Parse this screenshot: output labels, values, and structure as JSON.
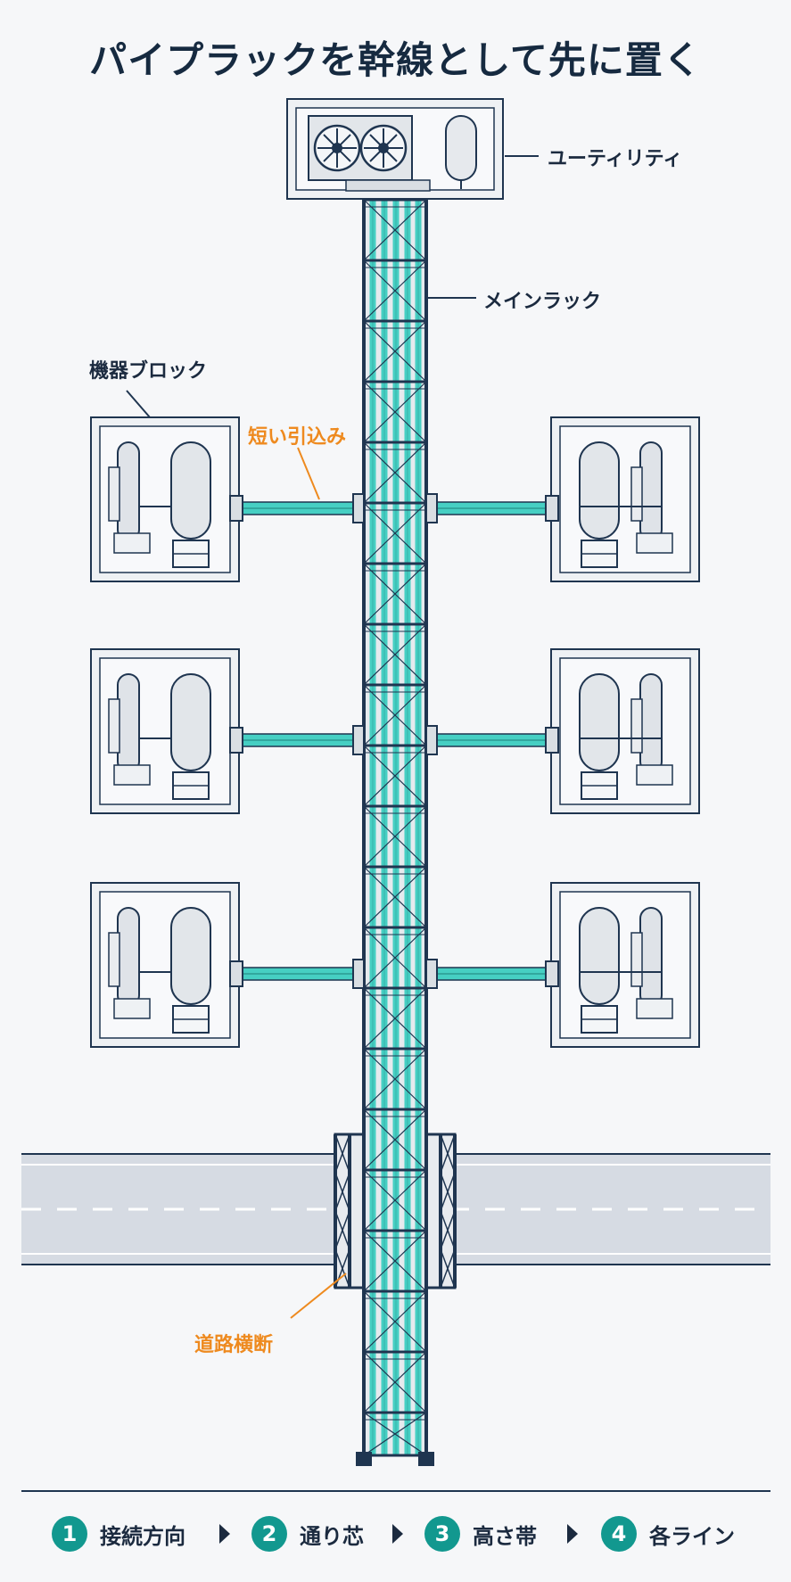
{
  "title": "パイプラックを幹線として先に置く",
  "labels": {
    "utility": "ユーティリティ",
    "main_rack": "メインラック",
    "equipment_block": "機器ブロック",
    "short_branch": "短い引込み",
    "road_crossing": "道路横断"
  },
  "steps": [
    {
      "number": "1",
      "label": "接続方向"
    },
    {
      "number": "2",
      "label": "通り芯"
    },
    {
      "number": "3",
      "label": "高さ帯"
    },
    {
      "number": "4",
      "label": "各ライン"
    }
  ],
  "colors": {
    "steel": "#1f3550",
    "pipe": "#46cfc3",
    "accent_orange": "#ee8a1f",
    "step_badge": "#12988f",
    "road": "#d6dbe3"
  }
}
